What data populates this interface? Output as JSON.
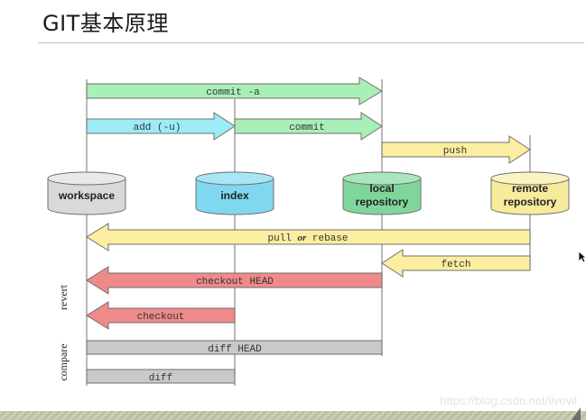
{
  "page": {
    "title": "GIT基本原理",
    "watermark": "https://blog.csdn.net/livovil"
  },
  "diagram": {
    "stores": [
      {
        "id": "workspace",
        "lines": [
          "workspace"
        ],
        "fill": "#d9d9d9"
      },
      {
        "id": "index",
        "lines": [
          "index"
        ],
        "fill": "#7fd8ef"
      },
      {
        "id": "local",
        "lines": [
          "local",
          "repository"
        ],
        "fill": "#7fd69a"
      },
      {
        "id": "remote",
        "lines": [
          "remote",
          "repository"
        ],
        "fill": "#f7eb9c"
      }
    ],
    "operations": [
      {
        "label": "commit -a",
        "from": "workspace",
        "to": "local",
        "color": "#a9efb8"
      },
      {
        "label": "add (-u)",
        "from": "workspace",
        "to": "index",
        "color": "#9cecf7"
      },
      {
        "label": "commit",
        "from": "index",
        "to": "local",
        "color": "#a9efb8"
      },
      {
        "label": "push",
        "from": "local",
        "to": "remote",
        "color": "#fbeea0"
      },
      {
        "label_parts": [
          "pull ",
          "or",
          " rebase"
        ],
        "from": "remote",
        "to": "workspace",
        "color": "#fbeea0"
      },
      {
        "label": "fetch",
        "from": "remote",
        "to": "local",
        "color": "#fbeea0"
      },
      {
        "label": "checkout HEAD",
        "from": "local",
        "to": "workspace",
        "color": "#ef8a8a"
      },
      {
        "label": "checkout",
        "from": "index",
        "to": "workspace",
        "color": "#ef8a8a"
      },
      {
        "label": "diff HEAD",
        "between": [
          "workspace",
          "local"
        ],
        "color": "#c9c9c9"
      },
      {
        "label": "diff",
        "between": [
          "workspace",
          "index"
        ],
        "color": "#c9c9c9"
      }
    ],
    "group_labels": [
      "revert",
      "compare"
    ]
  }
}
